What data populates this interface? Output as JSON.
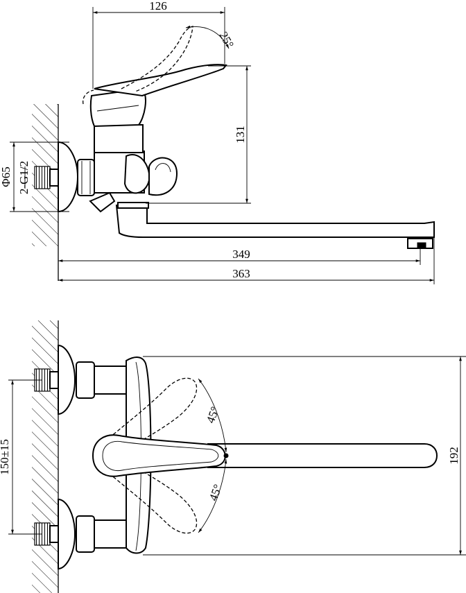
{
  "dimensions": {
    "width_top": "126",
    "angle_top": "25°",
    "height_131": "131",
    "diameter": "Φ65",
    "thread": "2-G1/2",
    "length_349": "349",
    "length_363": "363",
    "angle_upper": "45°",
    "angle_lower": "45°",
    "spacing": "150±15",
    "height_192": "192"
  }
}
